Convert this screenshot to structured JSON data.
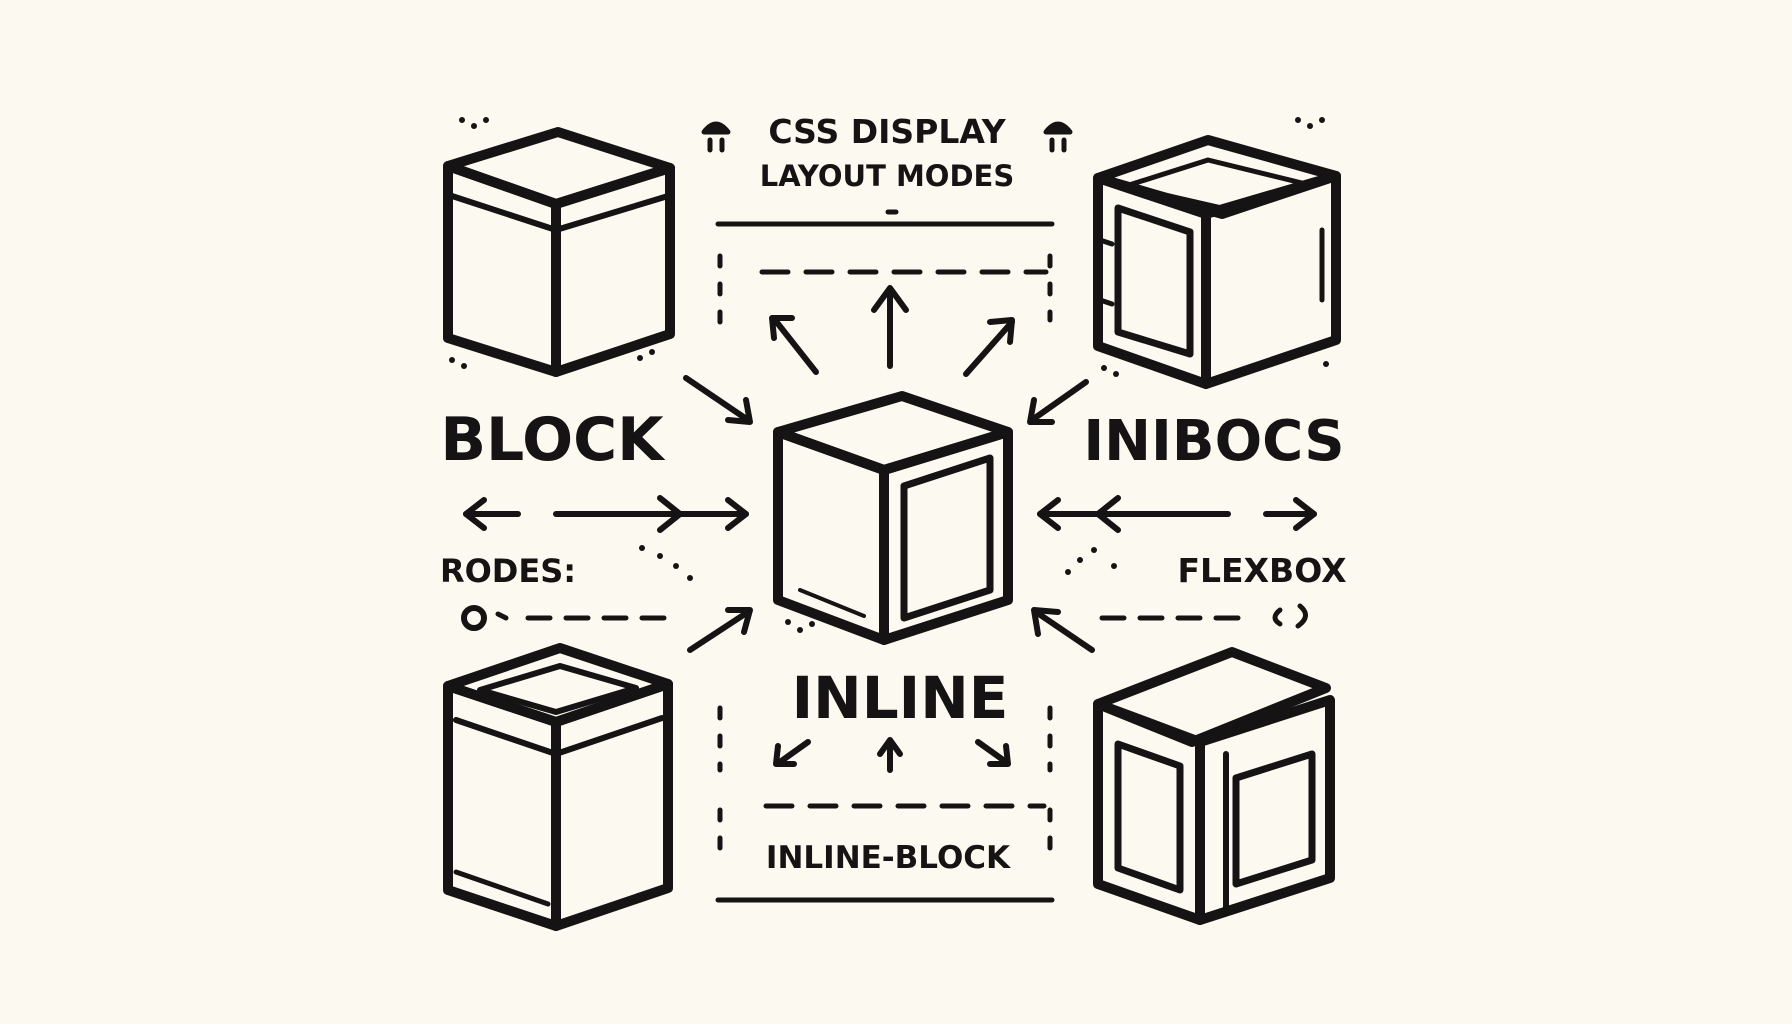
{
  "title": {
    "line1": "CSS DISPLAY",
    "line2": "LAYOUT MODES"
  },
  "labels": {
    "block": "BLOCK",
    "inibocs": "INIBOCS",
    "rodes": "RODES:",
    "flexbox": "FLEXBOX",
    "inline": "INLINE",
    "inline_block": "INLINE-BLOCK"
  },
  "colors": {
    "background": "#fcfaf0",
    "ink": "#151313",
    "box_side": "#dfd3c7",
    "box_face": "#f8f5ee"
  }
}
